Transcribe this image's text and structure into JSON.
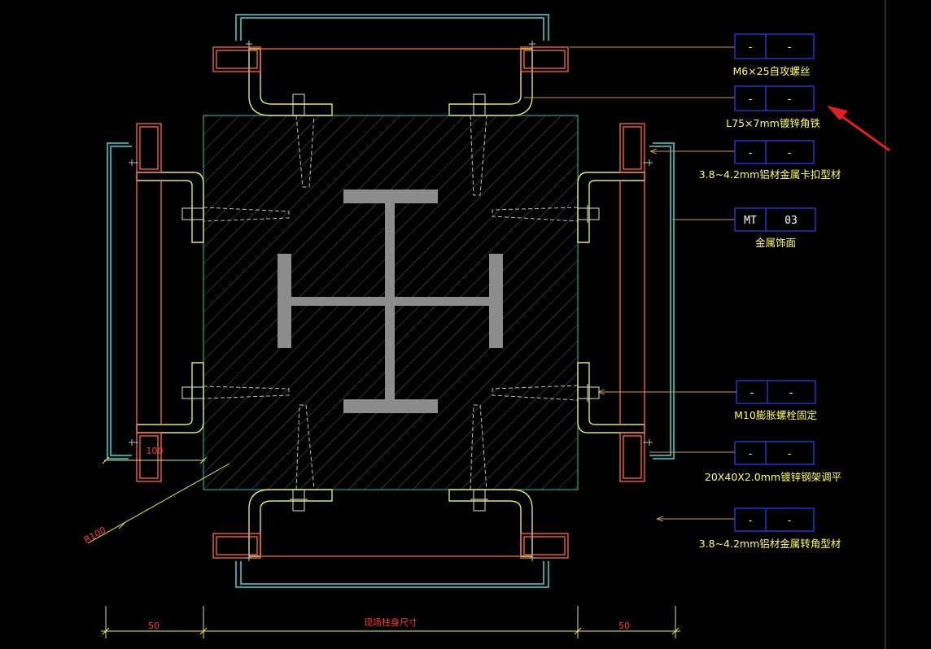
{
  "colors": {
    "background": "#000000",
    "column_outline": "#29a58f",
    "steel_section": "#8c8c8c",
    "angle_steel": "#e7e760",
    "keel_tube": "#ff6a3d",
    "face_panel": "#49d5d5",
    "bolt": "#bfbfbf",
    "leader": "#c7a04a",
    "tag_box": "#2a3fe0",
    "label_text": "#ffff66",
    "dimension": "#ff3b3b",
    "arrow": "#e02020"
  },
  "callouts": [
    {
      "code": "-",
      "num": "-",
      "label": "M6×25自攻螺丝"
    },
    {
      "code": "-",
      "num": "-",
      "label": "L75×7mm镀锌角铁"
    },
    {
      "code": "-",
      "num": "-",
      "label": "3.8~4.2mm铝材金属卡扣型材"
    },
    {
      "code": "MT",
      "num": "03",
      "label": "金属饰面"
    },
    {
      "code": "-",
      "num": "-",
      "label": "M10膨胀螺栓固定"
    },
    {
      "code": "-",
      "num": "-",
      "label": "20X40X2.0mm镀锌钢架调平"
    },
    {
      "code": "-",
      "num": "-",
      "label": "3.8~4.2mm铝材金属转角型材"
    }
  ],
  "dimensions": {
    "left_offset": "50",
    "column_size": "现场柱身尺寸",
    "right_offset": "50",
    "corner_small": "100",
    "radius": "R100"
  },
  "icons": {
    "pointer": "red-arrow-icon"
  }
}
